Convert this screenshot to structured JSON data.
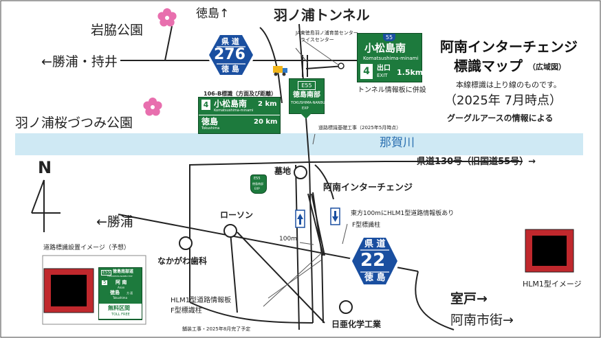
{
  "title": {
    "line1": "阿南インターチェンジ",
    "line2": "標識マップ",
    "line2_small": "（広域図）",
    "note": "本線標識は上り線のものです。",
    "date": "（2025年 7月時点）",
    "source": "グーグルアースの情報による"
  },
  "places": {
    "tokushima_north": "徳島↑",
    "tunnel": "羽ノ浦トンネル",
    "iwaki_park": "岩脇公園",
    "katsuura_mochii": "←勝浦・持井",
    "sakura_park": "羽ノ浦桜づつみ公園",
    "nakagawa_river": "那賀川",
    "route130": "県道130号（旧国道55号）→",
    "cemetery": "墓地",
    "anan_ic": "阿南インターチェンジ",
    "katsuura_west": "←勝浦",
    "lawson": "ローソン",
    "dentist": "なかがわ歯科",
    "nichia": "日亜化学工業",
    "muroto": "室戸→",
    "anan_city": "阿南市街→",
    "ja_center1": "JA東徳島羽ノ浦育苗センター",
    "ja_center2": "ライスセンター",
    "north_label": "N"
  },
  "annotations": {
    "sign106b": "106-B標識（方面及び距離）",
    "tunnel_board": "トンネル情報板に併設",
    "foundation": "道路標識基礎工事（2025年5月時点）",
    "hlm1_east": "東方100mにHLM1型道路情報板あり",
    "fpole1": "F型標識柱",
    "dist100": "100m",
    "hlm1_board": "HLM1型道路情報板",
    "fpole2": "F型標識柱",
    "paving": "舗装工事・2025年8月完了予定",
    "install_image": "道路標識設置イメージ（予想）",
    "hlm1_image": "HLM1型イメージ"
  },
  "route276": {
    "pref": "県 道",
    "number": "276",
    "city": "徳 島",
    "color": "#1a4fa0"
  },
  "route22": {
    "pref": "県 道",
    "number": "22",
    "city": "徳 島",
    "color": "#1a4fa0"
  },
  "sign_komatsushima": {
    "shield": "55",
    "name": "小松島南",
    "roman": "Komatsushima-minami",
    "exit_num": "4",
    "exit_label": "出口",
    "exit_en": "EXIT",
    "distance": "1.5km"
  },
  "sign_distance": {
    "row1_num": "4",
    "row1_name": "小松島南",
    "row1_roman": "Komatsushima-minami",
    "row1_dist": "2 km",
    "row2_name": "徳島",
    "row2_roman": "Tokushima",
    "row2_dist": "20 km"
  },
  "pillar_sign": {
    "code": "E55",
    "name": "徳島南部",
    "roman": "TOKUSHIMA-NANBU",
    "sub": "EXP"
  },
  "small_pillar": {
    "code": "E55",
    "name": "徳島南部",
    "roman": "EXP"
  },
  "install_sign": {
    "code": "E55",
    "name": "徳島南部道",
    "roman": "TOKUSHIMA-NANBU EXP",
    "num": "5",
    "place": "阿 南",
    "place_roman": "Anan",
    "dest": "徳島",
    "dest_sub": "方 面",
    "dest_roman": "Tokushima",
    "toll": "無料区間",
    "toll_en": "TOLL FREE"
  },
  "colors": {
    "green": "#1d7a3d",
    "river": "#cfe9f4",
    "river_text": "#2a6fb0",
    "blue_sign": "#1a4fa0",
    "hlm_frame": "#c0282d",
    "sakura": "#e86fae"
  }
}
